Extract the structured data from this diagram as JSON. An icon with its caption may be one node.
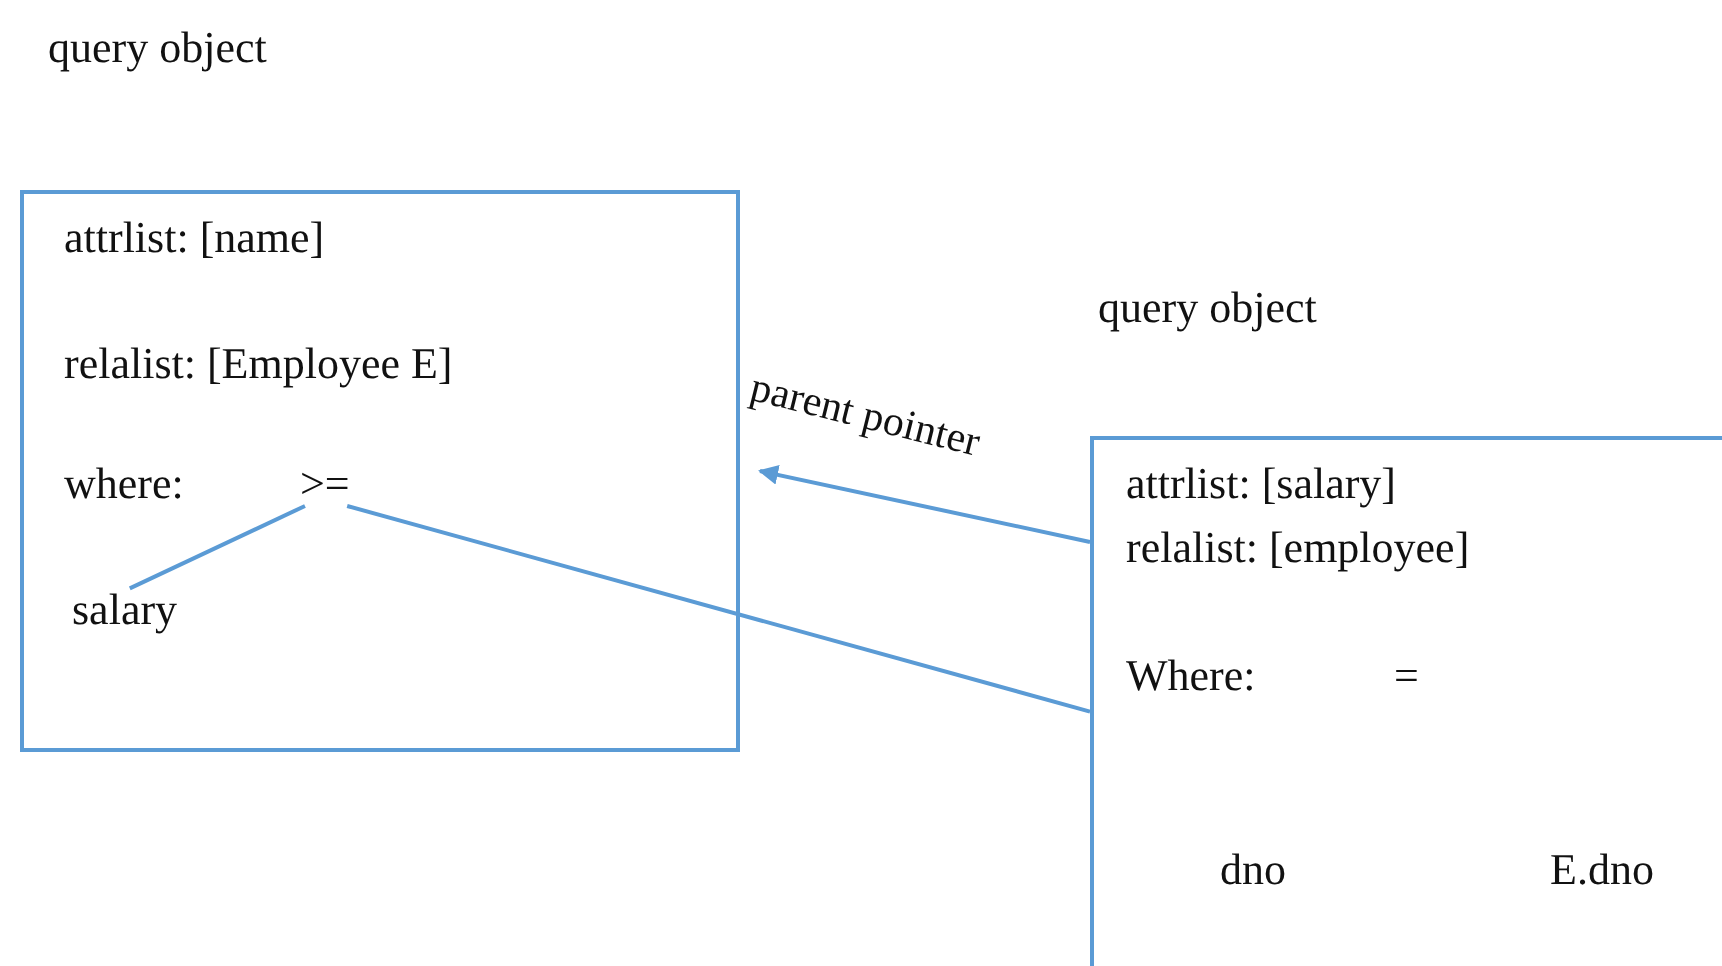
{
  "diagram": {
    "nodes": [
      {
        "text": [
          "query object",
          "attrlist: [name]",
          "relalist: [Employee E]",
          "where:"
        ]
      },
      {
        "text": [
          ">="
        ],
        "in": 0
      },
      {
        "text": [
          "salary"
        ],
        "in": 0
      },
      {
        "text": [
          "query object",
          "attrlist: [salary]",
          "relalist: [employee]",
          "Where:"
        ]
      },
      {
        "text": [
          "="
        ],
        "in": 3
      },
      {
        "text": [
          "dno"
        ],
        "in": 3
      },
      {
        "text": [
          "E.dno"
        ],
        "in": 3
      }
    ],
    "edges": [
      {
        "from": 1,
        "to": 2,
        "arrow": "none"
      },
      {
        "from": 1,
        "to": 3,
        "arrow": "none"
      },
      {
        "from": 3,
        "to": 0,
        "arrow": "to",
        "label": "parent pointer"
      }
    ]
  }
}
